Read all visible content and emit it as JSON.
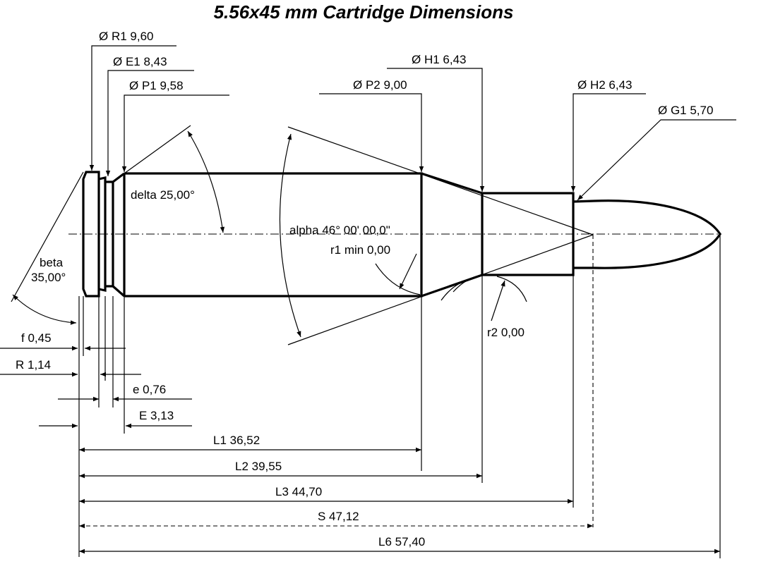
{
  "title": "5.56x45 mm Cartridge Dimensions",
  "labels": {
    "r1_dia": "Ø R1  9,60",
    "e1_dia": "Ø E1  8,43",
    "p1_dia": "Ø P1  9,58",
    "p2_dia": "Ø P2  9,00",
    "h1_dia": "Ø H1  6,43",
    "h2_dia": "Ø H2  6,43",
    "g1_dia": "Ø G1  5,70",
    "delta": "delta  25,00°",
    "beta_name": "beta",
    "beta_value": "35,00°",
    "alpha": "alpha  46° 00' 00,0\"",
    "r1_min": "r1 min  0,00",
    "r2": "r2  0,00",
    "f": "f  0,45",
    "R": "R  1,14",
    "e": "e  0,76",
    "E": "E  3,13",
    "L1": "L1  36,52",
    "L2": "L2  39,55",
    "L3": "L3  44,70",
    "S": "S  47,12",
    "L6": "L6  57,40"
  }
}
